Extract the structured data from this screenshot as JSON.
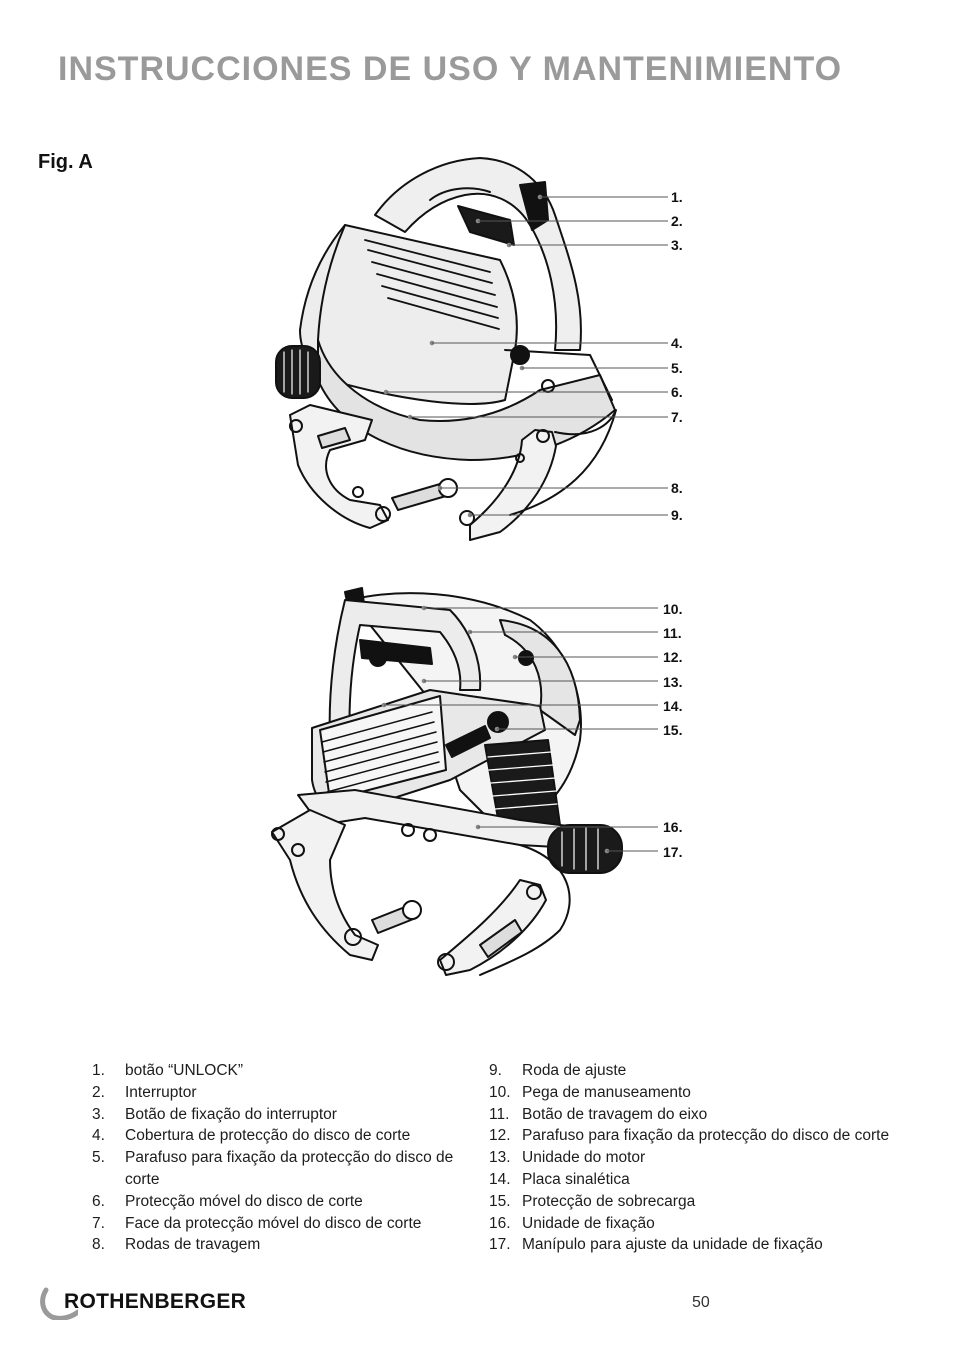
{
  "page": {
    "title": "INSTRUCCIONES DE USO Y MANTENIMIENTO",
    "figure_label": "Fig. A",
    "page_number": "50",
    "brand": "ROTHENBERGER"
  },
  "callouts_top": [
    "1.",
    "2.",
    "3.",
    "4.",
    "5.",
    "6.",
    "7.",
    "8.",
    "9."
  ],
  "callouts_bottom": [
    "10.",
    "11.",
    "12.",
    "13.",
    "14.",
    "15.",
    "16.",
    "17."
  ],
  "legend_left": [
    {
      "num": "1.",
      "text": "botão “UNLOCK”"
    },
    {
      "num": "2.",
      "text": "Interruptor"
    },
    {
      "num": "3.",
      "text": "Botão de fixação do interruptor"
    },
    {
      "num": "4.",
      "text": "Cobertura de protecção do disco de corte"
    },
    {
      "num": "5.",
      "text": "Parafuso para fixação da protecção do disco de corte"
    },
    {
      "num": "6.",
      "text": "Protecção móvel do disco de corte"
    },
    {
      "num": "7.",
      "text": "Face da protecção móvel do disco de corte"
    },
    {
      "num": "8.",
      "text": "Rodas de travagem"
    }
  ],
  "legend_right": [
    {
      "num": "9.",
      "text": "Roda de ajuste"
    },
    {
      "num": "10.",
      "text": "Pega de manuseamento"
    },
    {
      "num": "11.",
      "text": "Botão de travagem do eixo"
    },
    {
      "num": "12.",
      "text": "Parafuso para fixação da protecção do disco de corte"
    },
    {
      "num": "13.",
      "text": "Unidade do motor"
    },
    {
      "num": "14.",
      "text": "Placa sinalética"
    },
    {
      "num": "15.",
      "text": "Protecção de sobrecarga"
    },
    {
      "num": "16.",
      "text": "Unidade de fixação"
    },
    {
      "num": "17.",
      "text": "Manípulo para ajuste da unidade de fixação"
    }
  ]
}
